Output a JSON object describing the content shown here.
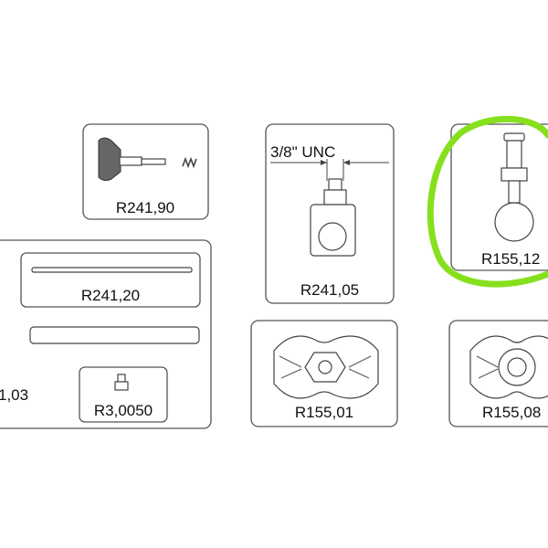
{
  "parts": {
    "knob": {
      "label": "R241,90"
    },
    "stud_unc": {
      "label": "R241,05",
      "thread_label": "3/8\" UNC"
    },
    "ball_stud": {
      "label": "R155,12"
    },
    "rod": {
      "label": "R241,20"
    },
    "kit_partial": {
      "label": "1,03"
    },
    "small_part": {
      "label": "R3,0050"
    },
    "pad_a": {
      "label": "R155,01"
    },
    "pad_b": {
      "label": "R155,08"
    }
  },
  "colors": {
    "highlight": "#86e01e",
    "outline": "#555555",
    "text": "#111111"
  }
}
